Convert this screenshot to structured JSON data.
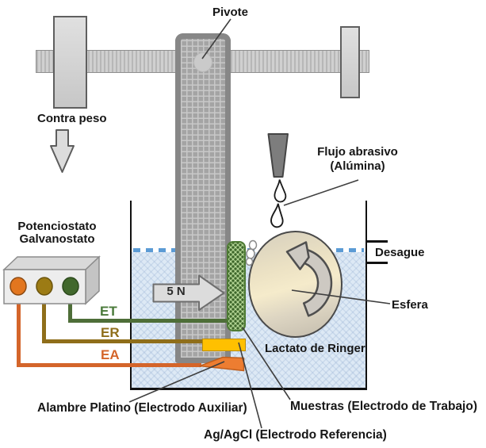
{
  "labels": {
    "pivot": "Pivote",
    "counterweight": "Contra peso",
    "potentiostat_line1": "Potenciostato",
    "potentiostat_line2": "Galvanostato",
    "wire_working": "ET",
    "wire_reference": "ER",
    "wire_auxiliary": "EA",
    "force": "5 N",
    "abrasive_flow_line1": "Flujo abrasivo",
    "abrasive_flow_line2": "(Alúmina)",
    "drain": "Desague",
    "sphere": "Esfera",
    "solution": "Lactato de Ringer",
    "auxiliary_electrode": "Alambre Platino (Electrodo Auxiliar)",
    "working_electrode": "Muestras (Electrodo de Trabajo)",
    "reference_electrode": "Ag/AgCl (Electrodo Referencia)"
  },
  "colors": {
    "working_green": "#4a7a3a",
    "reference_olive": "#8f6e1a",
    "auxiliary_orange": "#d4652a",
    "sample_strip_green": "#4e7b34",
    "reference_electrode_yellow": "#ffc000",
    "auxiliary_electrode_orange": "#ed7d31",
    "water_fill": "#dde9f5",
    "water_level_blue": "#5b9bd5"
  }
}
